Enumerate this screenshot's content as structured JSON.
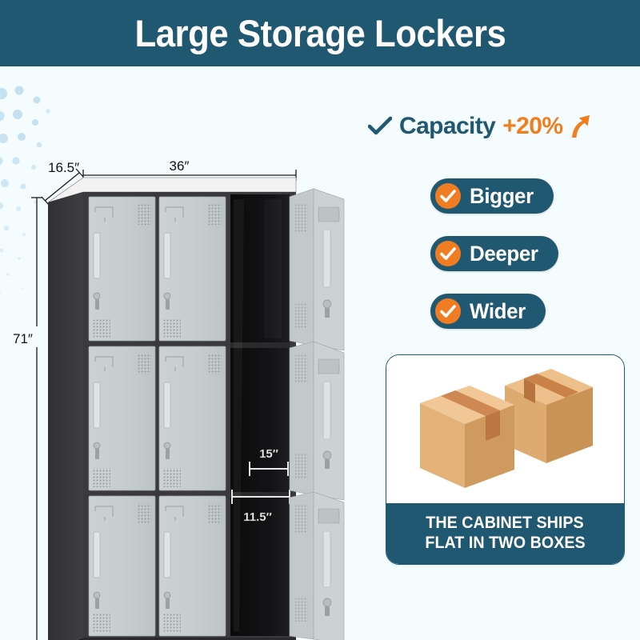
{
  "header": {
    "title": "Large Storage Lockers",
    "banner_color": "#205771"
  },
  "theme": {
    "teal": "#205771",
    "orange": "#ef7e1f",
    "background": "#f5fcfd",
    "door_gray": "#c8ced0",
    "body_charcoal": "#3b3b3d",
    "interior_black": "#0b0b0c"
  },
  "product": {
    "dimensions": {
      "depth": "16.5″",
      "width": "36″",
      "height": "71″",
      "compartment_height": "15″",
      "compartment_depth": "11.5″"
    },
    "columns": 3,
    "rows": 3
  },
  "features": {
    "capacity": {
      "check_icon": "check-icon",
      "label": "Capacity",
      "value": "+20%",
      "arrow_icon": "up-arrow-icon"
    },
    "pills": [
      {
        "label": "Bigger",
        "icon": "check-circle-icon"
      },
      {
        "label": "Deeper",
        "icon": "check-circle-icon"
      },
      {
        "label": "Wider",
        "icon": "check-circle-icon"
      }
    ]
  },
  "shipping_card": {
    "illustration": "two-cardboard-boxes",
    "caption_line1": "THE CABINET SHIPS",
    "caption_line2": "FLAT IN TWO BOXES"
  }
}
